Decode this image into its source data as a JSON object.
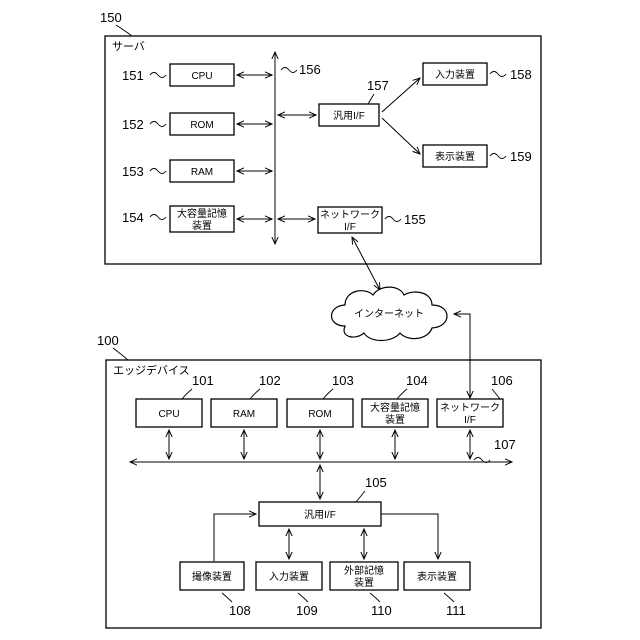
{
  "server": {
    "ref": "150",
    "title": "サーバ",
    "cpu": {
      "label": "CPU",
      "ref": "151"
    },
    "rom": {
      "label": "ROM",
      "ref": "152"
    },
    "ram": {
      "label": "RAM",
      "ref": "153"
    },
    "storage": {
      "label_line1": "大容量記憶",
      "label_line2": "装置",
      "ref": "154"
    },
    "bus_ref": "156",
    "gpio": {
      "label": "汎用I/F",
      "ref": "157"
    },
    "input": {
      "label": "入力装置",
      "ref": "158"
    },
    "display": {
      "label": "表示装置",
      "ref": "159"
    },
    "network": {
      "label_line1": "ネットワーク",
      "label_line2": "I/F",
      "ref": "155"
    }
  },
  "internet": {
    "label": "インターネット"
  },
  "edge": {
    "ref": "100",
    "title": "エッジデバイス",
    "cpu": {
      "label": "CPU",
      "ref": "101"
    },
    "ram": {
      "label": "RAM",
      "ref": "102"
    },
    "rom": {
      "label": "ROM",
      "ref": "103"
    },
    "storage": {
      "label_line1": "大容量記憶",
      "label_line2": "装置",
      "ref": "104"
    },
    "network": {
      "label_line1": "ネットワーク",
      "label_line2": "I/F",
      "ref": "106"
    },
    "bus_ref": "107",
    "gpio": {
      "label": "汎用I/F",
      "ref": "105"
    },
    "camera": {
      "label": "撮像装置",
      "ref": "108"
    },
    "input": {
      "label": "入力装置",
      "ref": "109"
    },
    "ext_storage": {
      "label_line1": "外部記憶",
      "label_line2": "装置",
      "ref": "110"
    },
    "display": {
      "label": "表示装置",
      "ref": "111"
    }
  }
}
